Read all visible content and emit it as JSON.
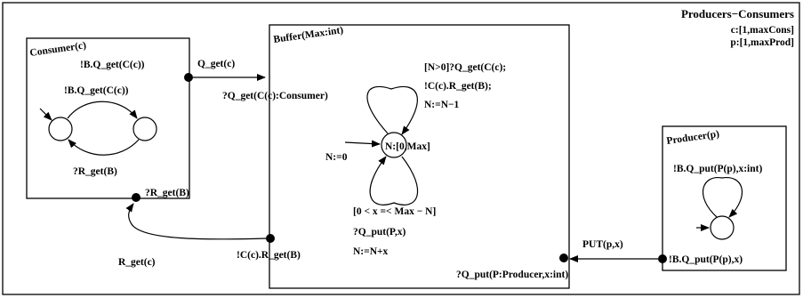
{
  "diagram": {
    "title": "Producers−Consumers",
    "params": [
      "c:[1,maxCons]",
      "p:[1,maxProd]"
    ]
  },
  "consumer": {
    "name": "Consumer(c)",
    "port_get_label": "!B.Q_get(C(c))",
    "port_rget_label": "?R_get(B)",
    "transition_top": "!B.Q_get(C(c))",
    "transition_bottom": "?R_get(B)"
  },
  "buffer": {
    "name": "Buffer(Max:int)",
    "port_qget_label": "?Q_get(C(c):Consumer)",
    "port_rget_label": "!C(c).R_get(B)",
    "port_qput_label": "?Q_put(P:Producer,x:int)",
    "state_label": "N:[0,Max]",
    "init_label": "N:=0",
    "loop_top": [
      "[N>0]?Q_get(C(c);",
      "!C(c).R_get(B);",
      "N:=N−1"
    ],
    "loop_bottom": [
      "[0 < x =< Max − N]",
      "?Q_put(P,x)",
      "N:=N+x"
    ]
  },
  "producer": {
    "name": "Producer(p)",
    "port_put_label": "!B.Q_put(P(p),x)",
    "loop_label": "!B.Q_put(P(p),x:int)"
  },
  "links": {
    "q_get": "Q_get(c)",
    "r_get": "R_get(c)",
    "put": "PUT(p,x)"
  }
}
